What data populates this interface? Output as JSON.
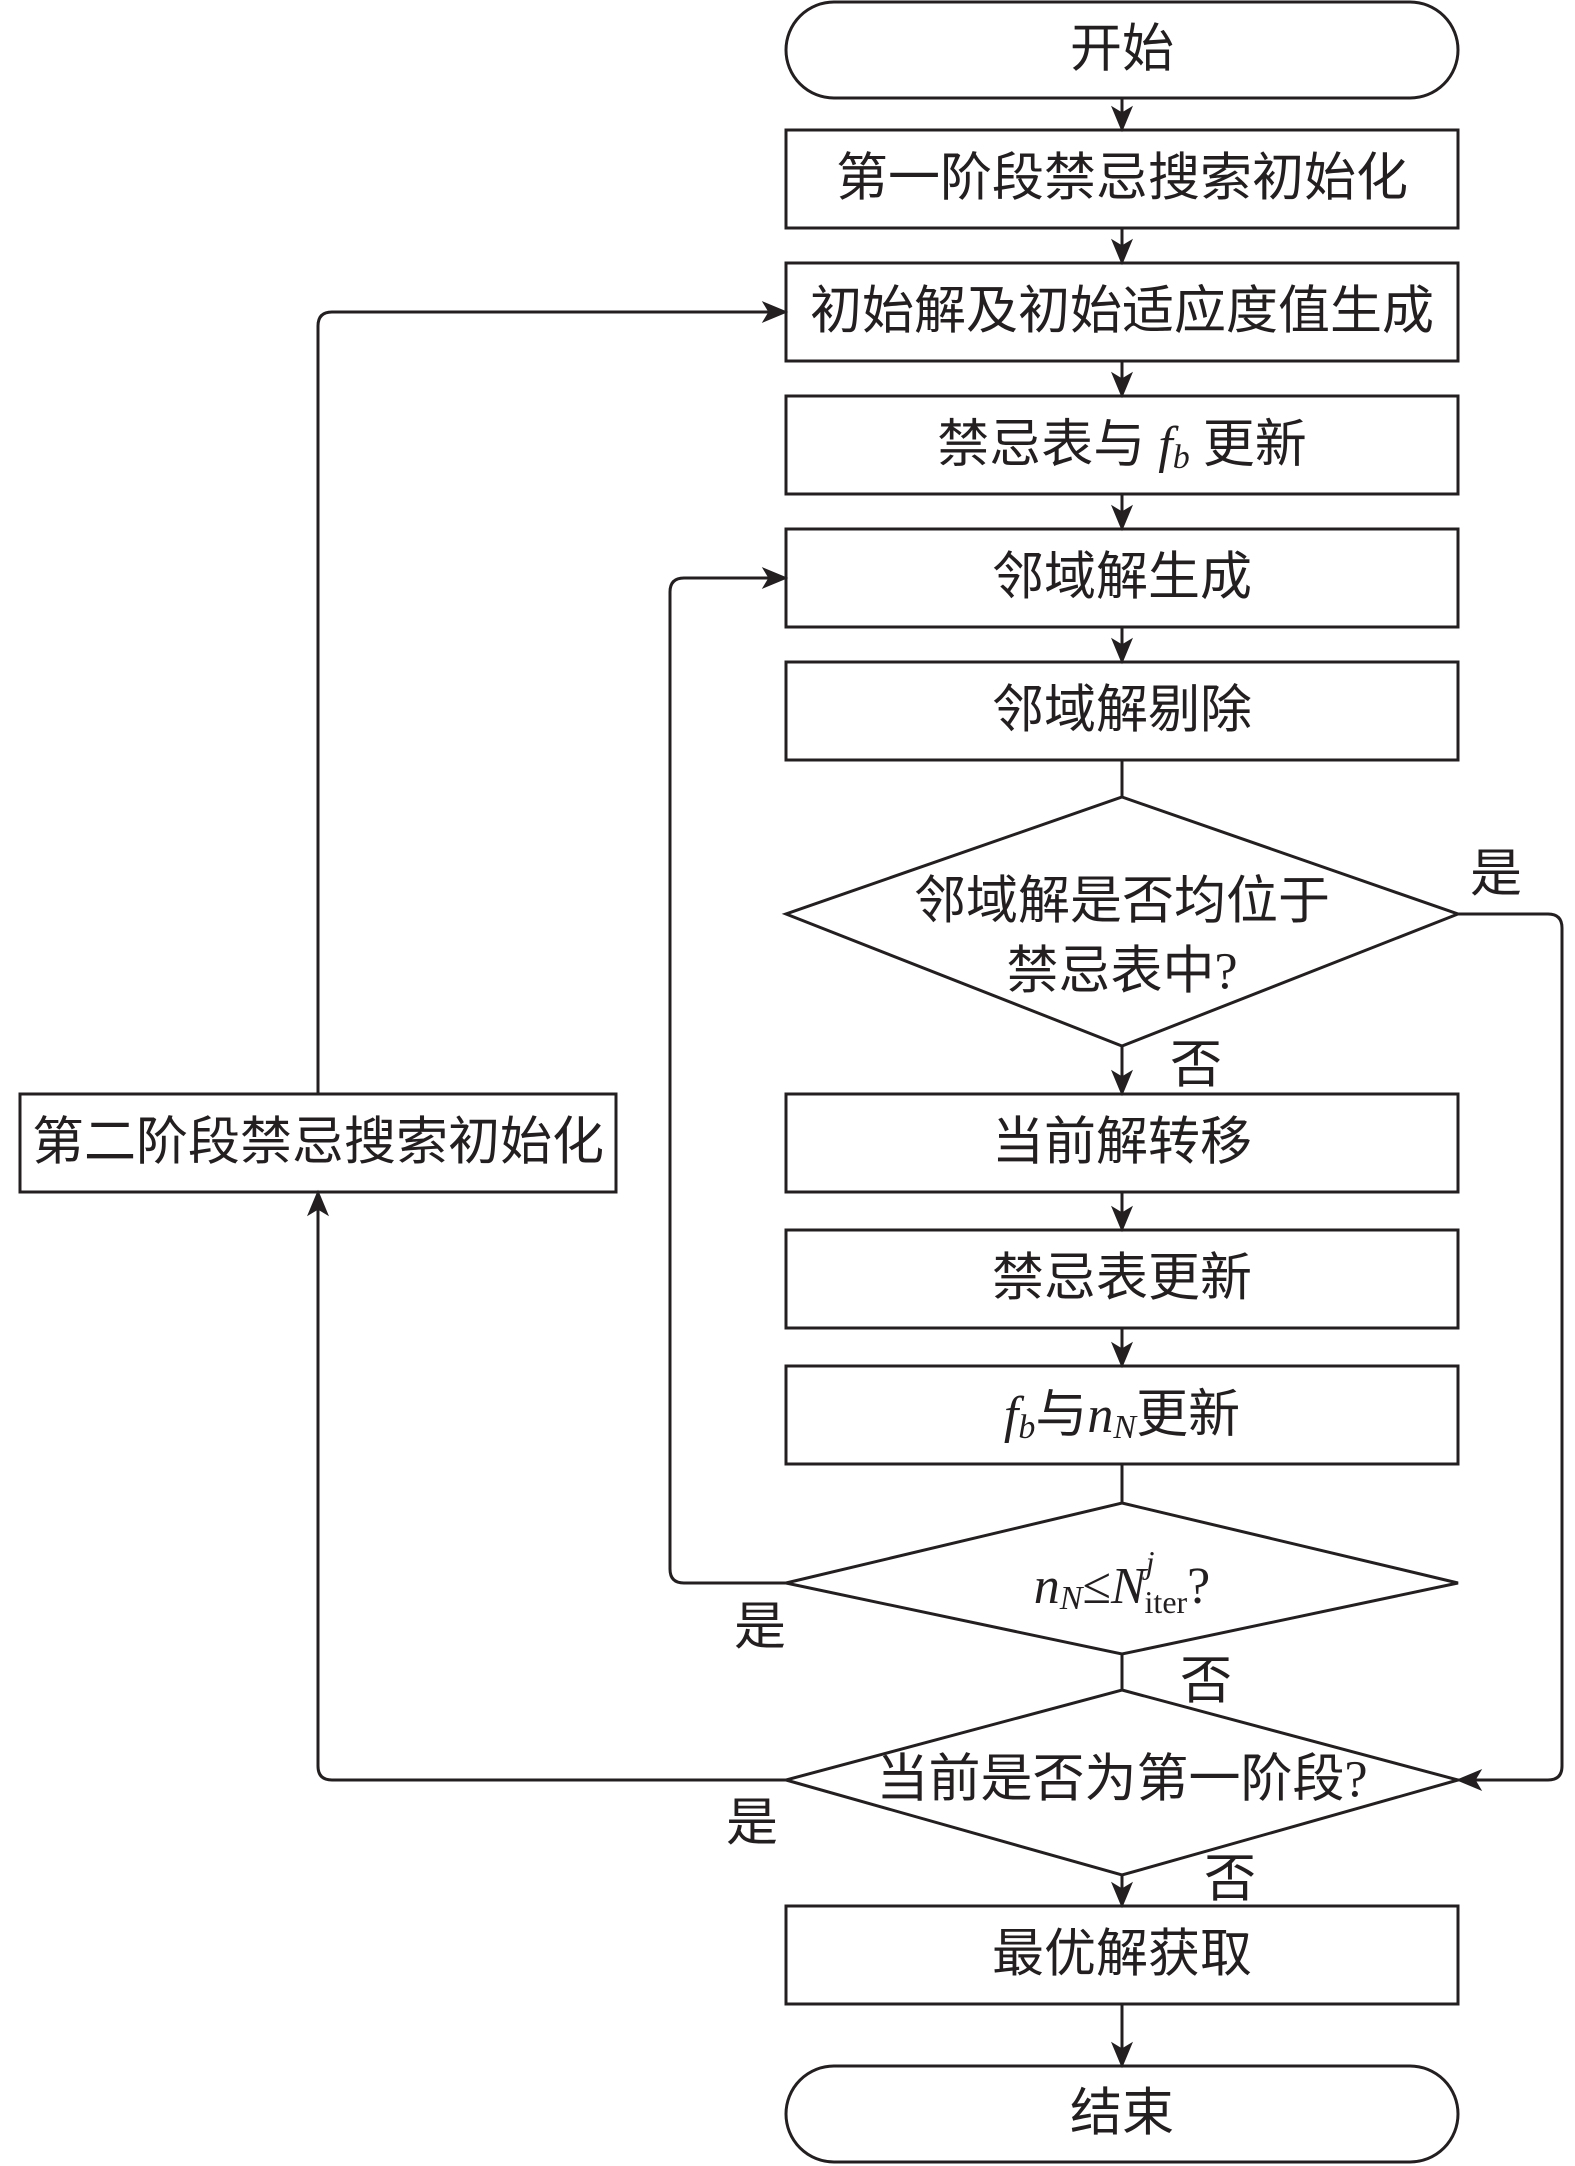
{
  "nodes": {
    "start": "开始",
    "init_stage1": "第一阶段禁忌搜索初始化",
    "gen_initial": "初始解及初始适应度值生成",
    "update_tabu_fb": {
      "prefix": "禁忌表与 ",
      "var": "f",
      "sub": "b",
      "suffix": " 更新"
    },
    "gen_neighbor": "邻域解生成",
    "remove_neighbor": "邻域解剔除",
    "decision_tabu": {
      "line1": "邻域解是否均位于",
      "line2": "禁忌表中?"
    },
    "transfer_current": "当前解转移",
    "update_tabu": "禁忌表更新",
    "update_fb_nN": {
      "var1": "f",
      "sub1": "b",
      "mid": "与",
      "var2": "n",
      "sub2": "N",
      "suffix": "更新"
    },
    "decision_iter": {
      "var1": "n",
      "sub1": "N",
      "op": "≤",
      "var2": "N",
      "sup": "j",
      "sub2": "iter",
      "q": "?"
    },
    "decision_stage": "当前是否为第一阶段?",
    "get_optimal": "最优解获取",
    "end": "结束",
    "init_stage2": "第二阶段禁忌搜索初始化"
  },
  "branch_labels": {
    "yes": "是",
    "no": "否"
  },
  "colors": {
    "stroke": "#231f20",
    "background": "#ffffff"
  }
}
